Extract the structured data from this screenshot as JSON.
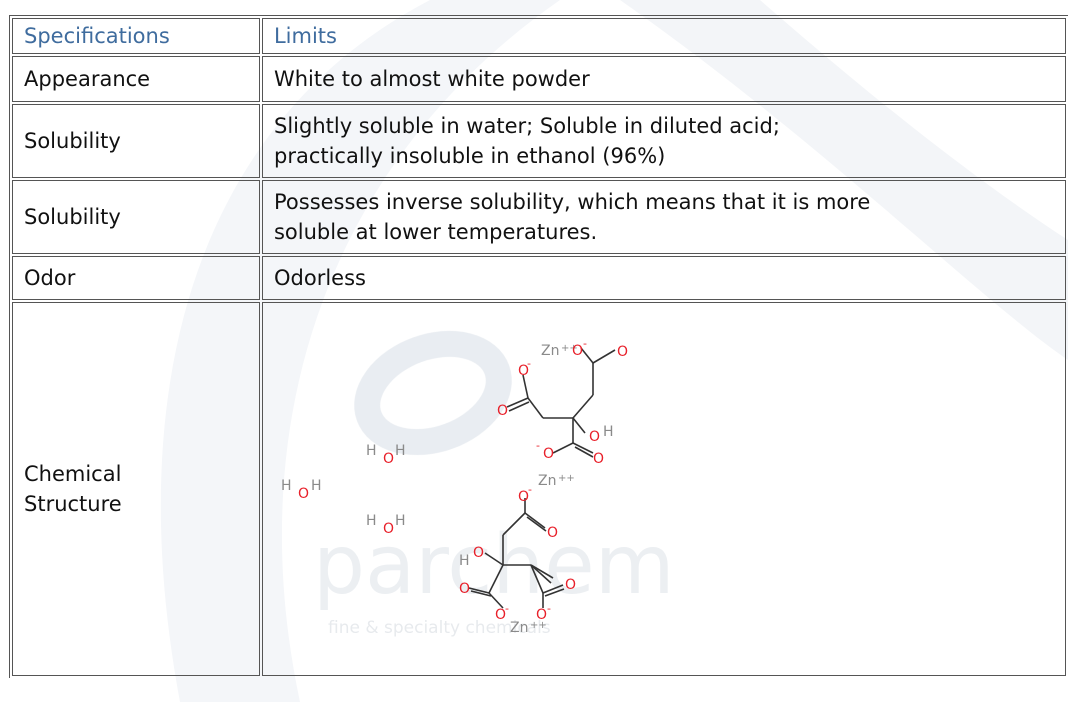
{
  "table": {
    "headers": {
      "spec": "Specifications",
      "limit": "Limits"
    },
    "rows": [
      {
        "spec": "Appearance",
        "limit": "White to almost white powder"
      },
      {
        "spec": "Solubility",
        "limit_line1": "Slightly soluble in water; Soluble in diluted acid;",
        "limit_line2": "practically insoluble in ethanol (96%)"
      },
      {
        "spec": "Solubility",
        "limit_line1": "Possesses inverse solubility, which means that it is more",
        "limit_line2": "soluble at lower temperatures."
      },
      {
        "spec": "Odor",
        "limit": "Odorless"
      },
      {
        "spec_line1": "Chemical",
        "spec_line2": "Structure"
      }
    ]
  },
  "structure": {
    "zn": "Zn",
    "zn_charge": "++",
    "o": "O",
    "o_minus": "-",
    "h": "H"
  },
  "watermark": {
    "brand": "parchem",
    "tagline": "fine & specialty chemicals"
  },
  "colors": {
    "header_text": "#3f6c9e",
    "border": "#555555",
    "oxygen": "#e8202a",
    "atom_gray": "#8a8a8a"
  }
}
